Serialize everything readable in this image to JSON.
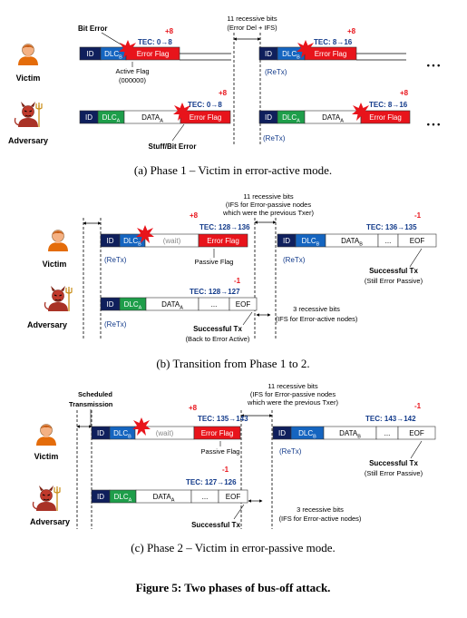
{
  "figure": {
    "caption": "Figure 5: Two phases of bus-off attack.",
    "colors": {
      "id_bg": "#0f1f5c",
      "dlc_victim": "#1565c0",
      "dlc_adversary": "#1e9e4a",
      "error_flag": "#e8141b",
      "red_text": "#e8141b",
      "blue_text": "#123a8a",
      "gray_text": "#888888"
    },
    "roles": {
      "victim": "Victim",
      "adversary": "Adversary"
    },
    "icons": [
      "victim-person-icon",
      "adversary-devil-icon",
      "error-burst-icon"
    ]
  },
  "fields": {
    "id": "ID",
    "dlc_b": "DLC",
    "dlc_a": "DLC",
    "sub_b": "B",
    "sub_a": "A",
    "data": "DATA",
    "error_flag": "Error Flag",
    "wait": "(wait)",
    "ellipsis": "...",
    "eof": "EOF",
    "retx": "(ReTx)",
    "plus8": "+8",
    "minus1": "-1",
    "continuation": "• • •"
  },
  "phase1": {
    "caption": "(a) Phase 1 – Victim in error-active mode.",
    "bit_error": "Bit Error",
    "recessive_line1": "11 recessive bits",
    "recessive_line2": "(Error Del + IFS)",
    "tec_v1": "TEC: 0",
    "tec_v1_end": "8",
    "tec_v2": "TEC: 8",
    "tec_v2_end": "16",
    "tec_a1": "TEC: 0",
    "tec_a1_end": "8",
    "tec_a2": "TEC: 8",
    "tec_a2_end": "16",
    "active_flag_line1": "Active Flag",
    "active_flag_line2": "(000000)",
    "stuff_bit_error": "Stuff/Bit Error"
  },
  "phase_transition": {
    "caption": "(b) Transition from Phase 1 to 2.",
    "recessive_line1": "11 recessive bits",
    "recessive_line2": "(IFS for Error-passive nodes",
    "recessive_line3": "which were the previous Txer)",
    "tec_v1": "TEC: 128",
    "tec_v1_end": "136",
    "tec_v2": "TEC: 136",
    "tec_v2_end": "135",
    "tec_a1": "TEC: 128",
    "tec_a1_end": "127",
    "passive_flag": "Passive Flag",
    "success_v_line1": "Successful Tx",
    "success_v_line2": "(Still Error Passive)",
    "success_a_line1": "Successful Tx",
    "success_a_line2": "(Back to Error Active)",
    "three_line1": "3 recessive bits",
    "three_line2": "(IFS for Error-active nodes)"
  },
  "phase2": {
    "caption": "(c) Phase 2 – Victim in error-passive mode.",
    "scheduled_line1": "Scheduled",
    "scheduled_line2": "Transmission",
    "recessive_line1": "11 recessive bits",
    "recessive_line2": "(IFS for Error-passive nodes",
    "recessive_line3": "which were the previous Txer)",
    "tec_v1": "TEC: 135",
    "tec_v1_end": "143",
    "tec_v2": "TEC: 143",
    "tec_v2_end": "142",
    "tec_a1": "TEC: 127",
    "tec_a1_end": "126",
    "passive_flag": "Passive Flag",
    "success_v_line1": "Successful Tx",
    "success_v_line2": "(Still Error Passive)",
    "success_a_line1": "Successful Tx",
    "three_line1": "3 recessive bits",
    "three_line2": "(IFS for Error-active nodes)"
  }
}
